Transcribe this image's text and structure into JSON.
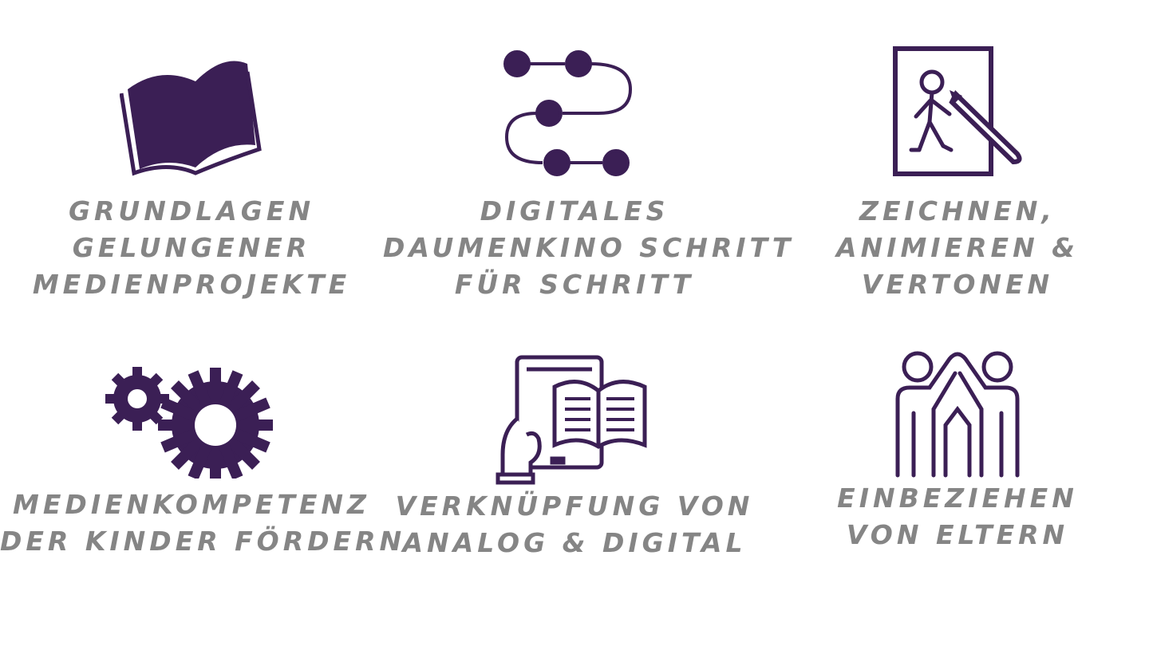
{
  "colors": {
    "icon": "#3b1f55",
    "text": "#858585"
  },
  "items": [
    {
      "icon": "open-book-icon",
      "lines": [
        "Grundlagen",
        "gelungener",
        "Medienprojekte"
      ]
    },
    {
      "icon": "step-flow-icon",
      "lines": [
        "Digitales",
        "Daumenkino Schritt",
        "für Schritt"
      ]
    },
    {
      "icon": "drawing-figure-pencil-icon",
      "lines": [
        "Zeichnen,",
        "animieren &",
        "vertonen"
      ]
    },
    {
      "icon": "gears-icon",
      "lines": [
        "Medienkompetenz",
        "der Kinder fördern"
      ]
    },
    {
      "icon": "tablet-book-icon",
      "lines": [
        "Verknüpfung von",
        "analog & digital"
      ]
    },
    {
      "icon": "high-five-icon",
      "lines": [
        "Einbeziehen",
        "von Eltern"
      ]
    }
  ]
}
